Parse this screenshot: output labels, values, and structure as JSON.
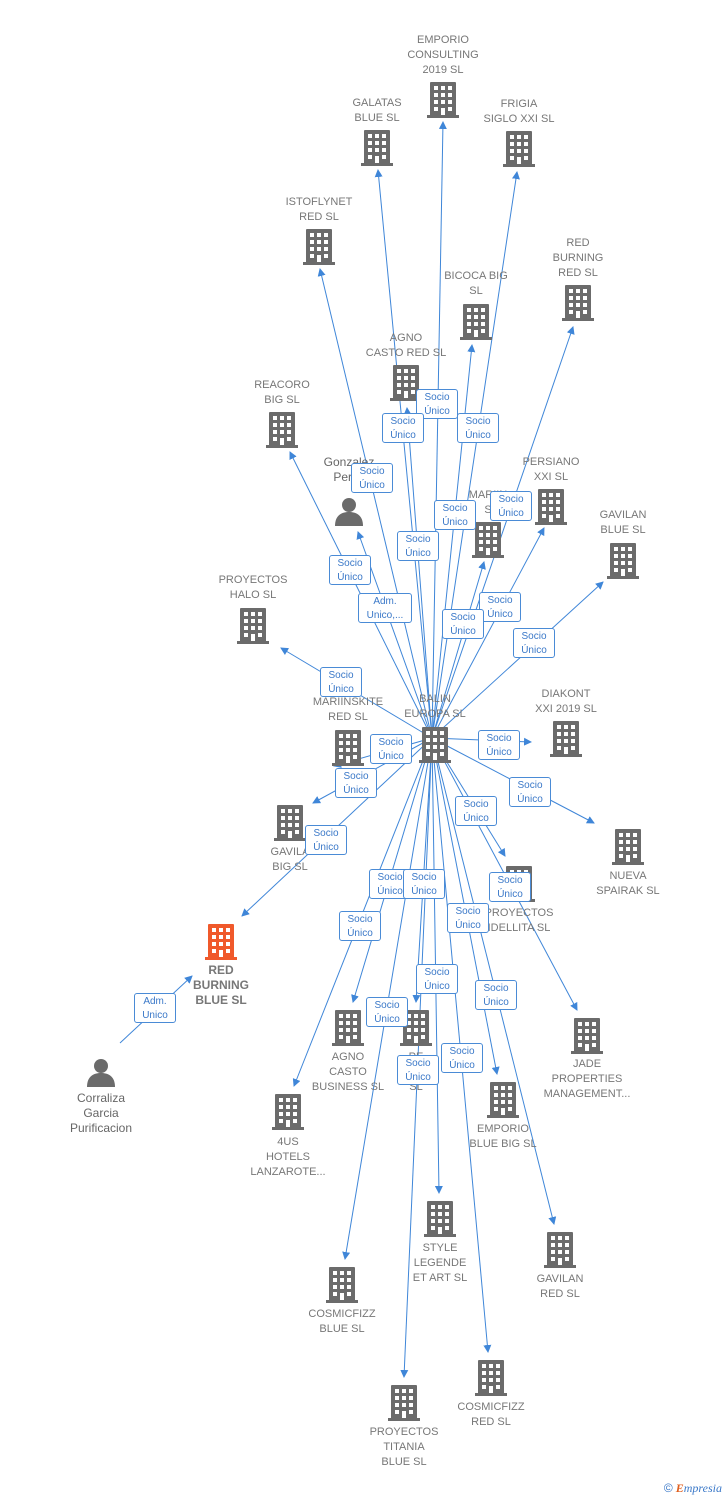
{
  "colors": {
    "building": "#6b6b6b",
    "focus": "#f0592b",
    "edge": "#3f86d8",
    "person": "#6b6b6b"
  },
  "center": {
    "id": "balin",
    "label": "BALIN EUROPA SL"
  },
  "nodes": [
    {
      "id": "emporio-consulting",
      "type": "company",
      "label": "EMPORIO CONSULTING 2019 SL"
    },
    {
      "id": "galatas",
      "type": "company",
      "label": "GALATAS BLUE SL"
    },
    {
      "id": "frigia",
      "type": "company",
      "label": "FRIGIA SIGLO XXI SL"
    },
    {
      "id": "istoflynet",
      "type": "company",
      "label": "ISTOFLYNET RED SL"
    },
    {
      "id": "red-burning-red",
      "type": "company",
      "label": "RED BURNING RED SL"
    },
    {
      "id": "bicoca",
      "type": "company",
      "label": "BICOCA BIG SL"
    },
    {
      "id": "agno-casto-red",
      "type": "company",
      "label": "AGNO CASTO RED SL"
    },
    {
      "id": "reacoro",
      "type": "company",
      "label": "REACORO BIG SL"
    },
    {
      "id": "gonzalez",
      "type": "person",
      "label": "Gonzalez Perez"
    },
    {
      "id": "persiano",
      "type": "company",
      "label": "PERSIANO XXI SL"
    },
    {
      "id": "mariin",
      "type": "company",
      "label": "MARIIN S"
    },
    {
      "id": "gavilan-blue",
      "type": "company",
      "label": "GAVILAN BLUE SL"
    },
    {
      "id": "proyectos-halo",
      "type": "company",
      "label": "PROYECTOS HALO SL"
    },
    {
      "id": "mariinskite",
      "type": "company",
      "label": "MARIINSKITE RED SL"
    },
    {
      "id": "diakont",
      "type": "company",
      "label": "DIAKONT XXI 2019 SL"
    },
    {
      "id": "gavilan-big",
      "type": "company",
      "label": "GAVILA BIG SL"
    },
    {
      "id": "nueva-spairak",
      "type": "company",
      "label": "NUEVA SPAIRAK SL"
    },
    {
      "id": "proyectos-idellita",
      "type": "company",
      "label": "PROYECTOS IDELLITA SL"
    },
    {
      "id": "red-burning-blue",
      "type": "focus",
      "label": "RED BURNING BLUE SL"
    },
    {
      "id": "jade",
      "type": "company",
      "label": "JADE PROPERTIES MANAGEMENT..."
    },
    {
      "id": "agno-casto-business",
      "type": "company",
      "label": "AGNO CASTO BUSINESS SL"
    },
    {
      "id": "pe-co",
      "type": "company",
      "label": "PE CO SL"
    },
    {
      "id": "corraliza",
      "type": "person",
      "label": "Corraliza Garcia Purificacion"
    },
    {
      "id": "emporio-blue-big",
      "type": "company",
      "label": "EMPORIO BLUE BIG SL"
    },
    {
      "id": "4us",
      "type": "company",
      "label": "4US HOTELS LANZAROTE..."
    },
    {
      "id": "style-legende",
      "type": "company",
      "label": "STYLE LEGENDE ET ART SL"
    },
    {
      "id": "gavilan-red",
      "type": "company",
      "label": "GAVILAN RED SL"
    },
    {
      "id": "cosmicfizz-blue",
      "type": "company",
      "label": "COSMICFIZZ BLUE SL"
    },
    {
      "id": "cosmicfizz-red",
      "type": "company",
      "label": "COSMICFIZZ RED SL"
    },
    {
      "id": "proyectos-titania",
      "type": "company",
      "label": "PROYECTOS TITANIA BLUE SL"
    }
  ],
  "edge_labels": [
    {
      "line1": "Socio",
      "line2": "Único"
    },
    {
      "line1": "Socio",
      "line2": "Único"
    },
    {
      "line1": "Socio",
      "line2": "Único"
    },
    {
      "line1": "Socio",
      "line2": "Único"
    },
    {
      "line1": "Socio",
      "line2": "Único"
    },
    {
      "line1": "Socio",
      "line2": "Único"
    },
    {
      "line1": "Socio",
      "line2": "Único"
    },
    {
      "line1": "Socio",
      "line2": "Único"
    },
    {
      "line1": "Socio",
      "line2": "Único"
    },
    {
      "line1": "Adm.",
      "line2": "Unico,..."
    },
    {
      "line1": "Socio",
      "line2": "Único"
    },
    {
      "line1": "Socio",
      "line2": "Único"
    },
    {
      "line1": "Socio",
      "line2": "Único"
    },
    {
      "line1": "Socio",
      "line2": "Único"
    },
    {
      "line1": "Socio",
      "line2": "Único"
    },
    {
      "line1": "Socio",
      "line2": "Único"
    },
    {
      "line1": "Socio",
      "line2": "Único"
    },
    {
      "line1": "Socio",
      "line2": "Único"
    },
    {
      "line1": "Socio",
      "line2": "Único"
    },
    {
      "line1": "Socio",
      "line2": "Único"
    },
    {
      "line1": "Socio",
      "line2": "Único"
    },
    {
      "line1": "Socio",
      "line2": "Único"
    },
    {
      "line1": "Socio",
      "line2": "Único"
    },
    {
      "line1": "Socio",
      "line2": "Único"
    },
    {
      "line1": "Socio",
      "line2": "Único"
    },
    {
      "line1": "Socio",
      "line2": "Único"
    },
    {
      "line1": "Socio",
      "line2": "Único"
    },
    {
      "line1": "Socio",
      "line2": "Único"
    },
    {
      "line1": "Socio",
      "line2": "Único"
    },
    {
      "line1": "Adm.",
      "line2": "Unico"
    }
  ],
  "footer": {
    "copyright": "©",
    "brand_first": "E",
    "brand_rest": "mpresia"
  }
}
